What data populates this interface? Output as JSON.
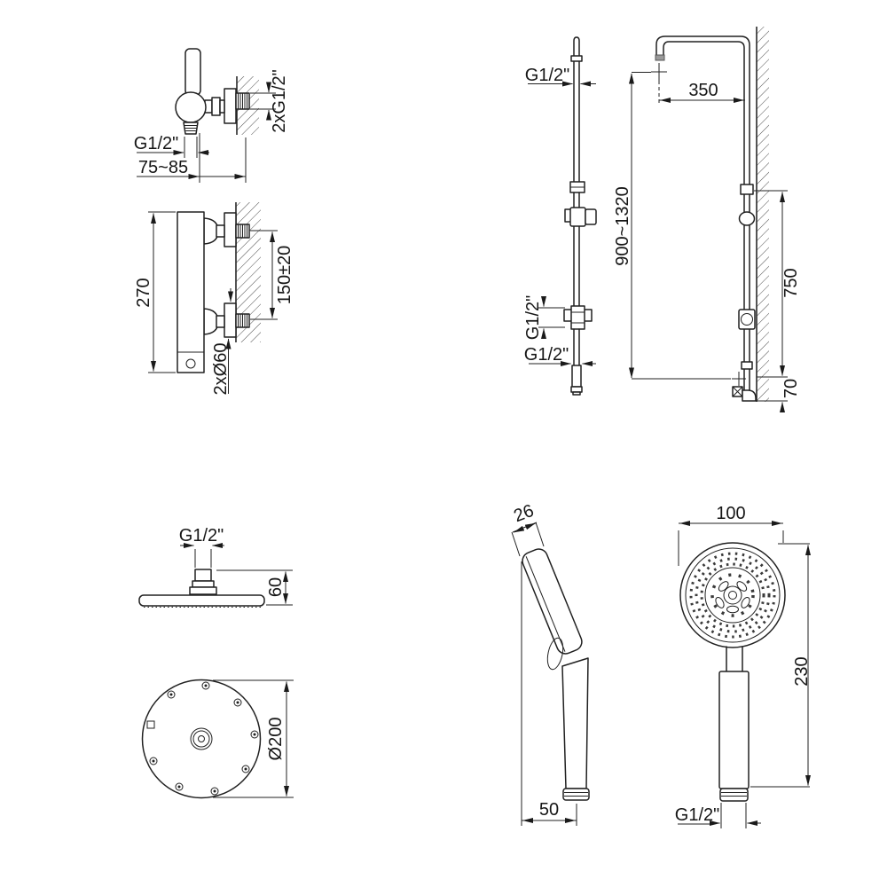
{
  "drawing": {
    "valve": {
      "g12": "G1/2\"",
      "depth": "75~85",
      "thread2x": "2xG1/2\""
    },
    "mixer": {
      "height": "270",
      "spacing": "150±20",
      "escutcheon": "2xØ60"
    },
    "riser": {
      "g12_top": "G1/2\"",
      "height": "900~1320",
      "g12_mid": "G1/2\"",
      "g12_bottom": "G1/2\""
    },
    "column": {
      "arm_reach": "350",
      "upper": "750",
      "lower": "70"
    },
    "overhead": {
      "g12": "G1/2\"",
      "height": "60",
      "diameter": "Ø200"
    },
    "hand": {
      "depth": "26",
      "base": "50",
      "width": "100",
      "length": "230",
      "g12": "G1/2\""
    }
  }
}
